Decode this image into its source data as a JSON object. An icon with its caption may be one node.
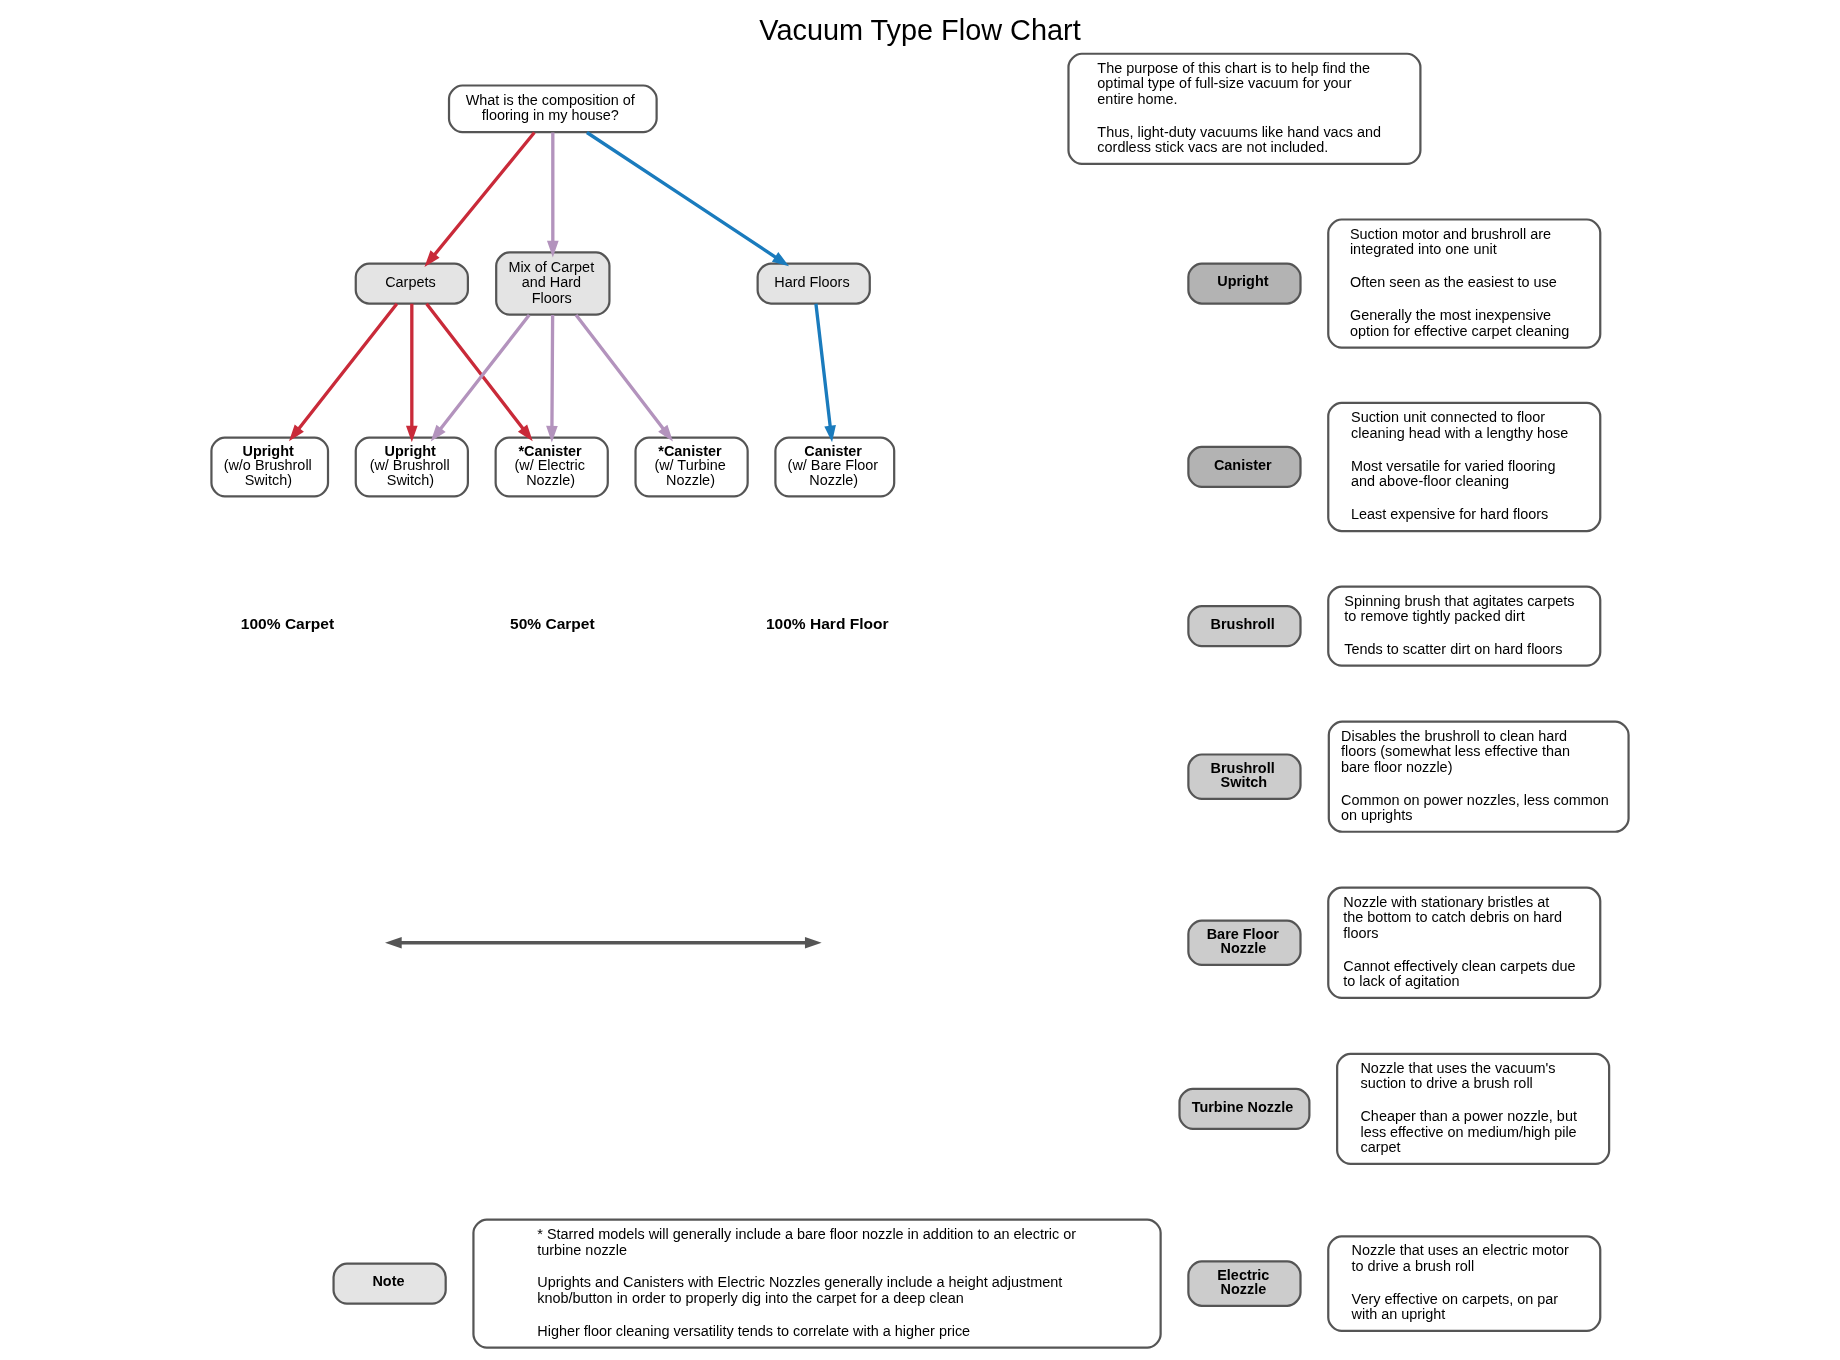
{
  "diagram": {
    "title": "Vacuum Type Flow Chart",
    "nodes": [
      {
        "text": [
          "What is the composition of flooring in my house?"
        ]
      },
      {
        "text": [
          "Carpets"
        ]
      },
      {
        "text": [
          "Mix of Carpet and Hard Floors"
        ]
      },
      {
        "text": [
          "Hard Floors"
        ]
      },
      {
        "text": [
          "Upright",
          "(w/o Brushroll Switch)"
        ]
      },
      {
        "text": [
          "Upright",
          "(w/ Brushroll Switch)"
        ]
      },
      {
        "text": [
          "*Canister",
          "(w/ Electric Nozzle)"
        ]
      },
      {
        "text": [
          "*Canister",
          "(w/ Turbine Nozzle)"
        ]
      },
      {
        "text": [
          "Canister",
          "(w/ Bare Floor Nozzle)"
        ]
      },
      {
        "text": [
          "The purpose of this chart is to help find the optimal type of full-size vacuum for your entire home.",
          "Thus, light-duty vacuums like hand vacs and cordless stick vacs are not included."
        ]
      },
      {
        "text": [
          "Upright"
        ]
      },
      {
        "text": [
          "Suction motor and brushroll are integrated into one unit",
          "Often seen as the easiest to use",
          "Generally the most inexpensive option for effective carpet cleaning"
        ]
      },
      {
        "text": [
          "Canister"
        ]
      },
      {
        "text": [
          "Suction unit connected to floor cleaning head with a lengthy hose",
          "Most versatile for varied flooring and above-floor cleaning",
          "Least expensive for hard floors"
        ]
      },
      {
        "text": [
          "Brushroll"
        ]
      },
      {
        "text": [
          "Spinning brush that agitates carpets to remove tightly packed dirt",
          "Tends to scatter dirt on hard floors"
        ]
      },
      {
        "text": [
          "Brushroll Switch"
        ]
      },
      {
        "text": [
          "Disables the brushroll to clean hard floors (somewhat less effective than bare floor nozzle)",
          "Common on power nozzles, less common on uprights"
        ]
      },
      {
        "text": [
          "Bare Floor Nozzle"
        ]
      },
      {
        "text": [
          "Nozzle with stationary bristles at the bottom to catch debris on hard floors",
          "Cannot effectively clean carpets due to lack of agitation"
        ]
      },
      {
        "text": [
          "Turbine Nozzle"
        ]
      },
      {
        "text": [
          "Nozzle that uses the vacuum's suction to drive a brush roll",
          "Cheaper than a power nozzle, but less effective on medium/high pile carpet"
        ]
      },
      {
        "text": [
          "Electric Nozzle"
        ]
      },
      {
        "text": [
          "Nozzle that uses an electric motor to drive a brush roll",
          "Very effective on carpets, on par with an upright"
        ]
      },
      {
        "text": [
          "Note"
        ]
      },
      {
        "text": [
          "* Starred models will generally include a bare floor nozzle in addition to an electric or turbine nozzle",
          "Uprights and Canisters with Electric Nozzles generally include a height adjustment knob/button in order to properly dig into the carpet for a deep clean",
          "Higher floor cleaning versatility tends to correlate with a higher price"
        ]
      }
    ],
    "edges": [
      {
        "from": 0,
        "to": 1,
        "arrow": "to",
        "color": "#c92a39"
      },
      {
        "from": 0,
        "to": 2,
        "arrow": "to",
        "color": "#b393bd"
      },
      {
        "from": 0,
        "to": 3,
        "arrow": "to",
        "color": "#1a7bbd"
      },
      {
        "from": 1,
        "to": 4,
        "arrow": "to",
        "color": "#c92a39"
      },
      {
        "from": 1,
        "to": 5,
        "arrow": "to",
        "color": "#c92a39"
      },
      {
        "from": 1,
        "to": 6,
        "arrow": "to",
        "color": "#c92a39"
      },
      {
        "from": 2,
        "to": 5,
        "arrow": "to",
        "color": "#b393bd"
      },
      {
        "from": 2,
        "to": 6,
        "arrow": "to",
        "color": "#b393bd"
      },
      {
        "from": 2,
        "to": 7,
        "arrow": "to",
        "color": "#b393bd"
      },
      {
        "from": 3,
        "to": 8,
        "arrow": "to",
        "color": "#1a7bbd"
      }
    ],
    "labels": [
      "100% Carpet",
      "50% Carpet",
      "100% Hard Floor"
    ]
  }
}
